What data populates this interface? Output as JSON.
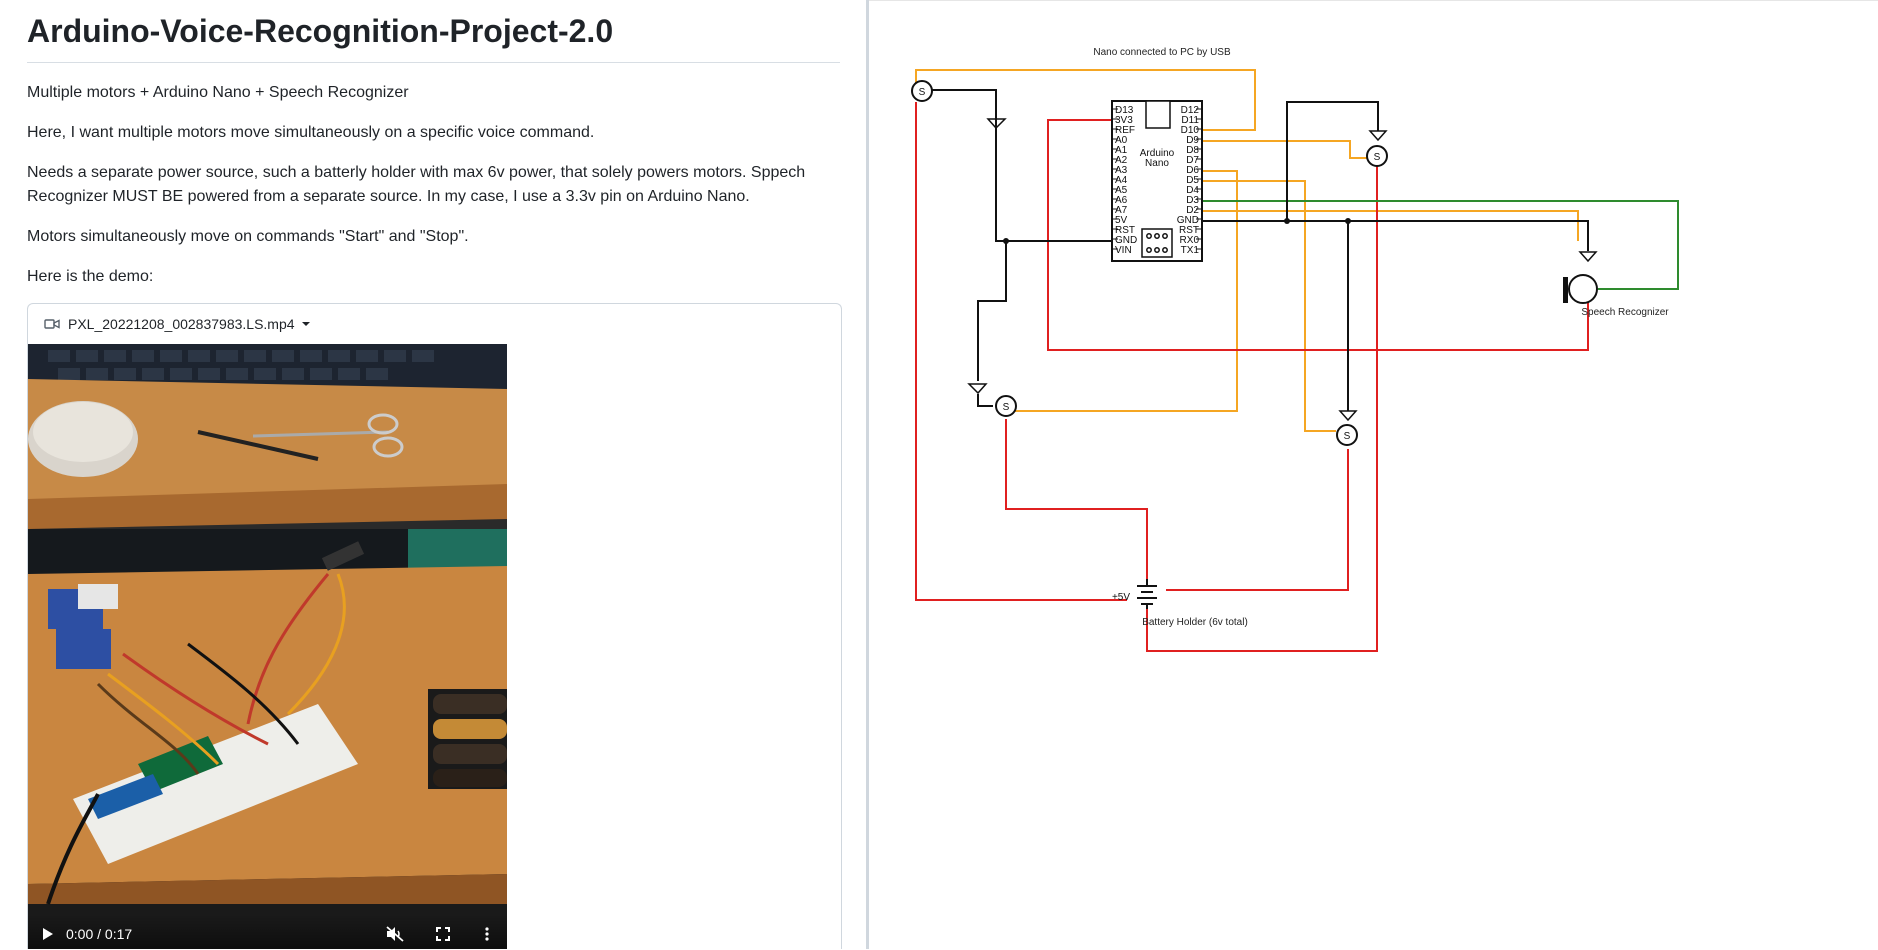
{
  "readme": {
    "title": "Arduino-Voice-Recognition-Project-2.0",
    "paragraphs": [
      "Multiple motors + Arduino Nano + Speech Recognizer",
      "Here, I want multiple motors move simultaneously on a specific voice command.",
      "Needs a separate power source, such a batterly holder with max 6v power, that solely powers motors. Sppech Recognizer MUST BE powered from a separate source. In my case, I use a 3.3v pin on Arduino Nano.",
      "Motors simultaneously move on commands \"Start\" and \"Stop\".",
      "Here is the demo:"
    ]
  },
  "video": {
    "file_name": "PXL_20221208_002837983.LS.mp4",
    "time": "0:00 / 0:17",
    "icons": [
      "video-camera-icon",
      "caret-down-icon",
      "play-icon",
      "mute-icon",
      "fullscreen-icon",
      "more-options-icon"
    ]
  },
  "schematic": {
    "usb_label": "Nano connected to PC by USB",
    "board_title_1": "Arduino",
    "board_title_2": "Nano",
    "left_pins": [
      "D13",
      "3V3",
      "REF",
      "A0",
      "A1",
      "A2",
      "A3",
      "A4",
      "A5",
      "A6",
      "A7",
      "5V",
      "RST",
      "GND",
      "VIN"
    ],
    "right_pins": [
      "D12",
      "D11",
      "D10",
      "D9",
      "D8",
      "D7",
      "D6",
      "D5",
      "D4",
      "D3",
      "D2",
      "GND",
      "RST",
      "RX0",
      "TX1"
    ],
    "servo_label": "S",
    "speech_label": "Speech Recognizer",
    "battery_voltage": "+5V",
    "battery_label": "Battery Holder (6v total)",
    "colors": {
      "signal": "#f5a623",
      "power": "#e02020",
      "ground": "#111111",
      "speech_signal": "#2e8b2e"
    }
  }
}
